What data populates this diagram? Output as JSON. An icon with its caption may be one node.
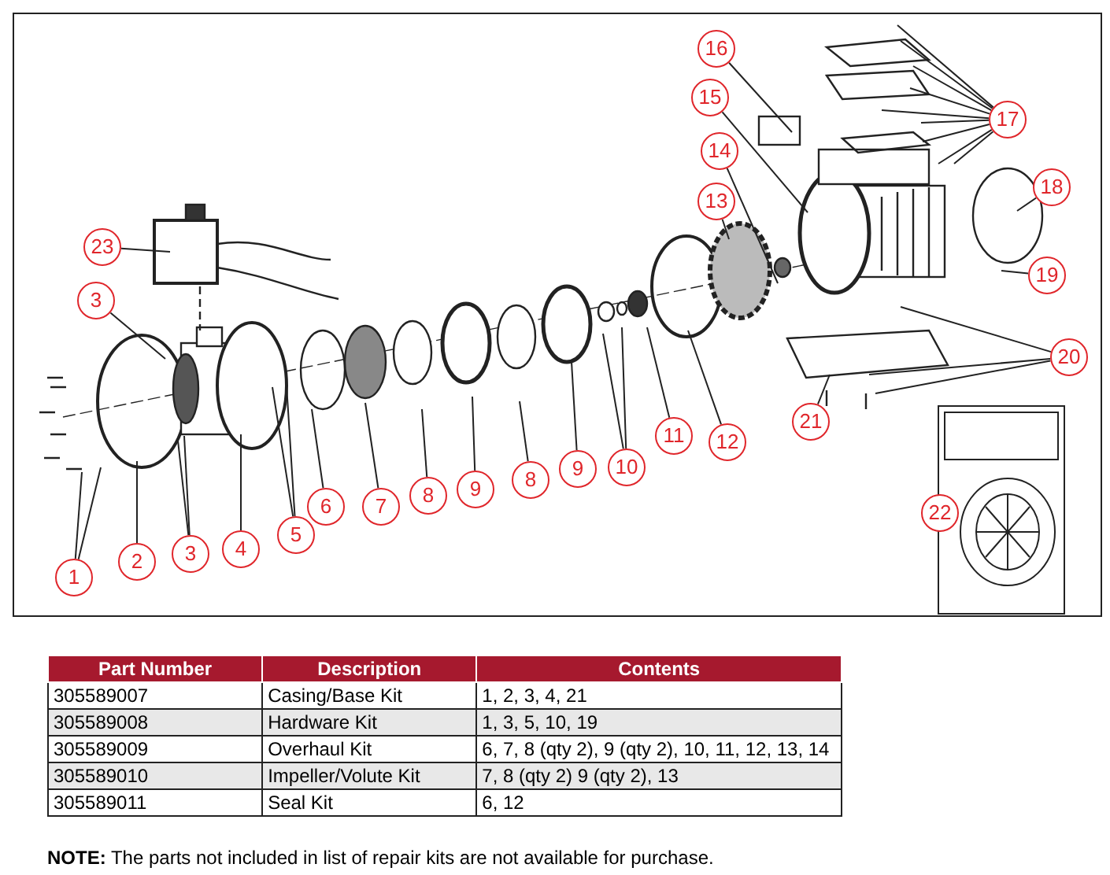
{
  "diagram": {
    "nodes": [
      {
        "text": [
          "1"
        ]
      },
      {
        "text": [
          "2"
        ]
      },
      {
        "text": [
          "3"
        ]
      },
      {
        "text": [
          "4"
        ]
      },
      {
        "text": [
          "5"
        ]
      },
      {
        "text": [
          "6"
        ]
      },
      {
        "text": [
          "7"
        ]
      },
      {
        "text": [
          "8"
        ]
      },
      {
        "text": [
          "9"
        ]
      },
      {
        "text": [
          "8"
        ]
      },
      {
        "text": [
          "9"
        ]
      },
      {
        "text": [
          "10"
        ]
      },
      {
        "text": [
          "11"
        ]
      },
      {
        "text": [
          "12"
        ]
      },
      {
        "text": [
          "13"
        ]
      },
      {
        "text": [
          "14"
        ]
      },
      {
        "text": [
          "15"
        ]
      },
      {
        "text": [
          "16"
        ]
      },
      {
        "text": [
          "17"
        ]
      },
      {
        "text": [
          "18"
        ]
      },
      {
        "text": [
          "19"
        ]
      },
      {
        "text": [
          "20"
        ]
      },
      {
        "text": [
          "21"
        ]
      },
      {
        "text": [
          "23"
        ]
      },
      {
        "text": [
          "3"
        ]
      },
      {
        "text": [
          "22"
        ]
      }
    ],
    "edges": [
      {
        "from": 0,
        "to": null,
        "arrow": "none"
      },
      {
        "from": 0,
        "to": null,
        "arrow": "none"
      },
      {
        "from": 1,
        "to": null,
        "arrow": "none"
      },
      {
        "from": 2,
        "to": null,
        "arrow": "none"
      },
      {
        "from": 2,
        "to": null,
        "arrow": "none"
      },
      {
        "from": 3,
        "to": null,
        "arrow": "none"
      },
      {
        "from": 4,
        "to": null,
        "arrow": "none"
      },
      {
        "from": 4,
        "to": null,
        "arrow": "none"
      },
      {
        "from": 5,
        "to": null,
        "arrow": "none"
      },
      {
        "from": 6,
        "to": null,
        "arrow": "none"
      },
      {
        "from": 7,
        "to": null,
        "arrow": "none"
      },
      {
        "from": 8,
        "to": null,
        "arrow": "none"
      },
      {
        "from": 9,
        "to": null,
        "arrow": "none"
      },
      {
        "from": 10,
        "to": null,
        "arrow": "none"
      },
      {
        "from": 11,
        "to": null,
        "arrow": "none"
      },
      {
        "from": 11,
        "to": null,
        "arrow": "none"
      },
      {
        "from": 12,
        "to": null,
        "arrow": "none"
      },
      {
        "from": 13,
        "to": null,
        "arrow": "none"
      },
      {
        "from": 14,
        "to": null,
        "arrow": "none"
      },
      {
        "from": 15,
        "to": null,
        "arrow": "none"
      },
      {
        "from": 16,
        "to": null,
        "arrow": "none"
      },
      {
        "from": 17,
        "to": null,
        "arrow": "none"
      },
      {
        "from": 18,
        "to": null,
        "arrow": "none"
      },
      {
        "from": 18,
        "to": null,
        "arrow": "none"
      },
      {
        "from": 18,
        "to": null,
        "arrow": "none"
      },
      {
        "from": 18,
        "to": null,
        "arrow": "none"
      },
      {
        "from": 18,
        "to": null,
        "arrow": "none"
      },
      {
        "from": 18,
        "to": null,
        "arrow": "none"
      },
      {
        "from": 18,
        "to": null,
        "arrow": "none"
      },
      {
        "from": 18,
        "to": null,
        "arrow": "none"
      },
      {
        "from": 18,
        "to": null,
        "arrow": "none"
      },
      {
        "from": 19,
        "to": null,
        "arrow": "none"
      },
      {
        "from": 20,
        "to": null,
        "arrow": "none"
      },
      {
        "from": 21,
        "to": null,
        "arrow": "none"
      },
      {
        "from": 21,
        "to": null,
        "arrow": "none"
      },
      {
        "from": 21,
        "to": null,
        "arrow": "none"
      },
      {
        "from": 22,
        "to": null,
        "arrow": "none"
      },
      {
        "from": 23,
        "to": null,
        "arrow": "none"
      },
      {
        "from": 24,
        "to": null,
        "arrow": "none"
      }
    ],
    "labels": [
      "Part Number",
      "Description",
      "Contents",
      "305589007",
      "Casing/Base Kit",
      "1, 2, 3, 4, 21",
      "305589008",
      "Hardware Kit",
      "1, 3, 5, 10, 19",
      "305589009",
      "Overhaul Kit",
      "6, 7, 8 (qty 2), 9 (qty 2), 10, 11, 12, 13, 14",
      "305589010",
      "Impeller/Volute Kit",
      "7, 8 (qty 2) 9 (qty 2), 13",
      "305589011",
      "Seal Kit",
      "6, 12",
      "**NOTE:** The parts not included in list of repair kits are not available for purchase."
    ]
  }
}
